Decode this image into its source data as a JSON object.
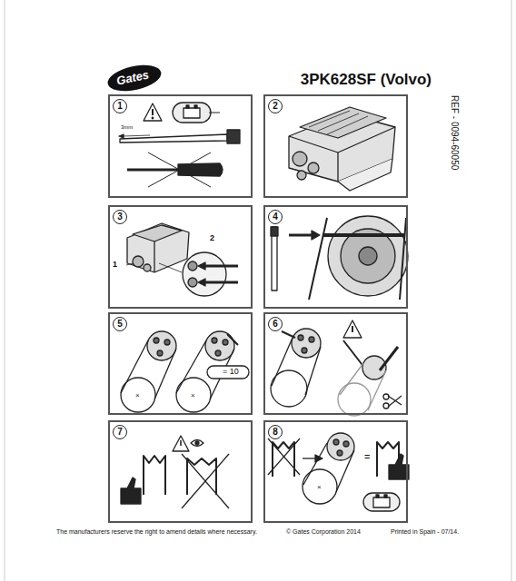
{
  "diagram": {
    "title": "3PK628SF (Volvo)",
    "nodes": [
      {
        "text": [
          "1"
        ]
      },
      {
        "text": [
          "2"
        ]
      },
      {
        "text": [
          "3"
        ]
      },
      {
        "text": [
          "4"
        ]
      },
      {
        "text": [
          "5"
        ]
      },
      {
        "text": [
          "6"
        ]
      },
      {
        "text": [
          "7"
        ]
      },
      {
        "text": [
          "8"
        ]
      }
    ],
    "labels": [
      "Gates",
      "REF - 0094-60050",
      "3mm",
      "1",
      "2",
      "= 10",
      "=",
      "The manufacturers reserve the right to amend details where necessary.",
      "© Gates Corporation 2014",
      "Printed in Spain - 07/14."
    ]
  }
}
